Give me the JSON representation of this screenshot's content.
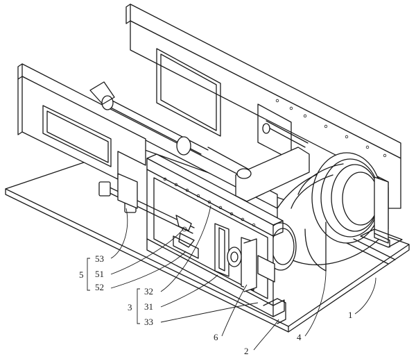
{
  "labels": {
    "l53": "53",
    "l5": "5",
    "l51": "51",
    "l52": "52",
    "l32": "32",
    "l3": "3",
    "l31": "31",
    "l33": "33",
    "l6": "6",
    "l2": "2",
    "l4": "4",
    "l1": "1"
  }
}
